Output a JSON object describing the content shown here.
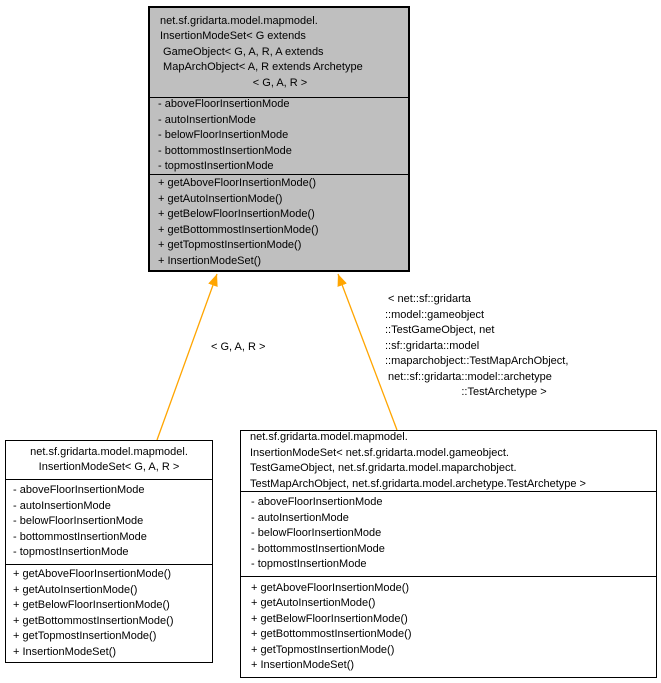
{
  "colors": {
    "base_node_fill": "#bfbfbf",
    "derived_node_fill": "#ffffff",
    "node_border": "#000000",
    "edge_arrow": "#ffa500",
    "text": "#000000",
    "background": "#ffffff"
  },
  "base_class": {
    "title_lines": [
      "net.sf.gridarta.model.mapmodel.",
      "InsertionModeSet< G extends",
      " GameObject< G, A, R, A extends",
      " MapArchObject< A, R extends Archetype",
      "< G, A, R >"
    ],
    "fields": [
      "- aboveFloorInsertionMode",
      "- autoInsertionMode",
      "- belowFloorInsertionMode",
      "- bottommostInsertionMode",
      "- topmostInsertionMode"
    ],
    "methods": [
      "+ getAboveFloorInsertionMode()",
      "+ getAutoInsertionMode()",
      "+ getBelowFloorInsertionMode()",
      "+ getBottommostInsertionMode()",
      "+ getTopmostInsertionMode()",
      "+ InsertionModeSet()"
    ]
  },
  "generic_subclass": {
    "title_lines": [
      "net.sf.gridarta.model.mapmodel.",
      "InsertionModeSet< G, A, R >"
    ],
    "fields": [
      "- aboveFloorInsertionMode",
      "- autoInsertionMode",
      "- belowFloorInsertionMode",
      "- bottommostInsertionMode",
      "- topmostInsertionMode"
    ],
    "methods": [
      "+ getAboveFloorInsertionMode()",
      "+ getAutoInsertionMode()",
      "+ getBelowFloorInsertionMode()",
      "+ getBottommostInsertionMode()",
      "+ getTopmostInsertionMode()",
      "+ InsertionModeSet()"
    ]
  },
  "test_subclass": {
    "title_lines": [
      "net.sf.gridarta.model.mapmodel.",
      "InsertionModeSet< net.sf.gridarta.model.gameobject.",
      "TestGameObject, net.sf.gridarta.model.maparchobject.",
      "TestMapArchObject, net.sf.gridarta.model.archetype.TestArchetype >"
    ],
    "fields": [
      "- aboveFloorInsertionMode",
      "- autoInsertionMode",
      "- belowFloorInsertionMode",
      "- bottommostInsertionMode",
      "- topmostInsertionMode"
    ],
    "methods": [
      "+ getAboveFloorInsertionMode()",
      "+ getAutoInsertionMode()",
      "+ getBelowFloorInsertionMode()",
      "+ getBottommostInsertionMode()",
      "+ getTopmostInsertionMode()",
      "+ InsertionModeSet()"
    ]
  },
  "edges": {
    "left_label": "< G, A, R >",
    "right_label_lines": [
      " < net::sf::gridarta",
      "::model::gameobject",
      "::TestGameObject, net",
      "::sf::gridarta::model",
      "::maparchobject::TestMapArchObject,",
      " net::sf::gridarta::model::archetype",
      "::TestArchetype >"
    ]
  }
}
